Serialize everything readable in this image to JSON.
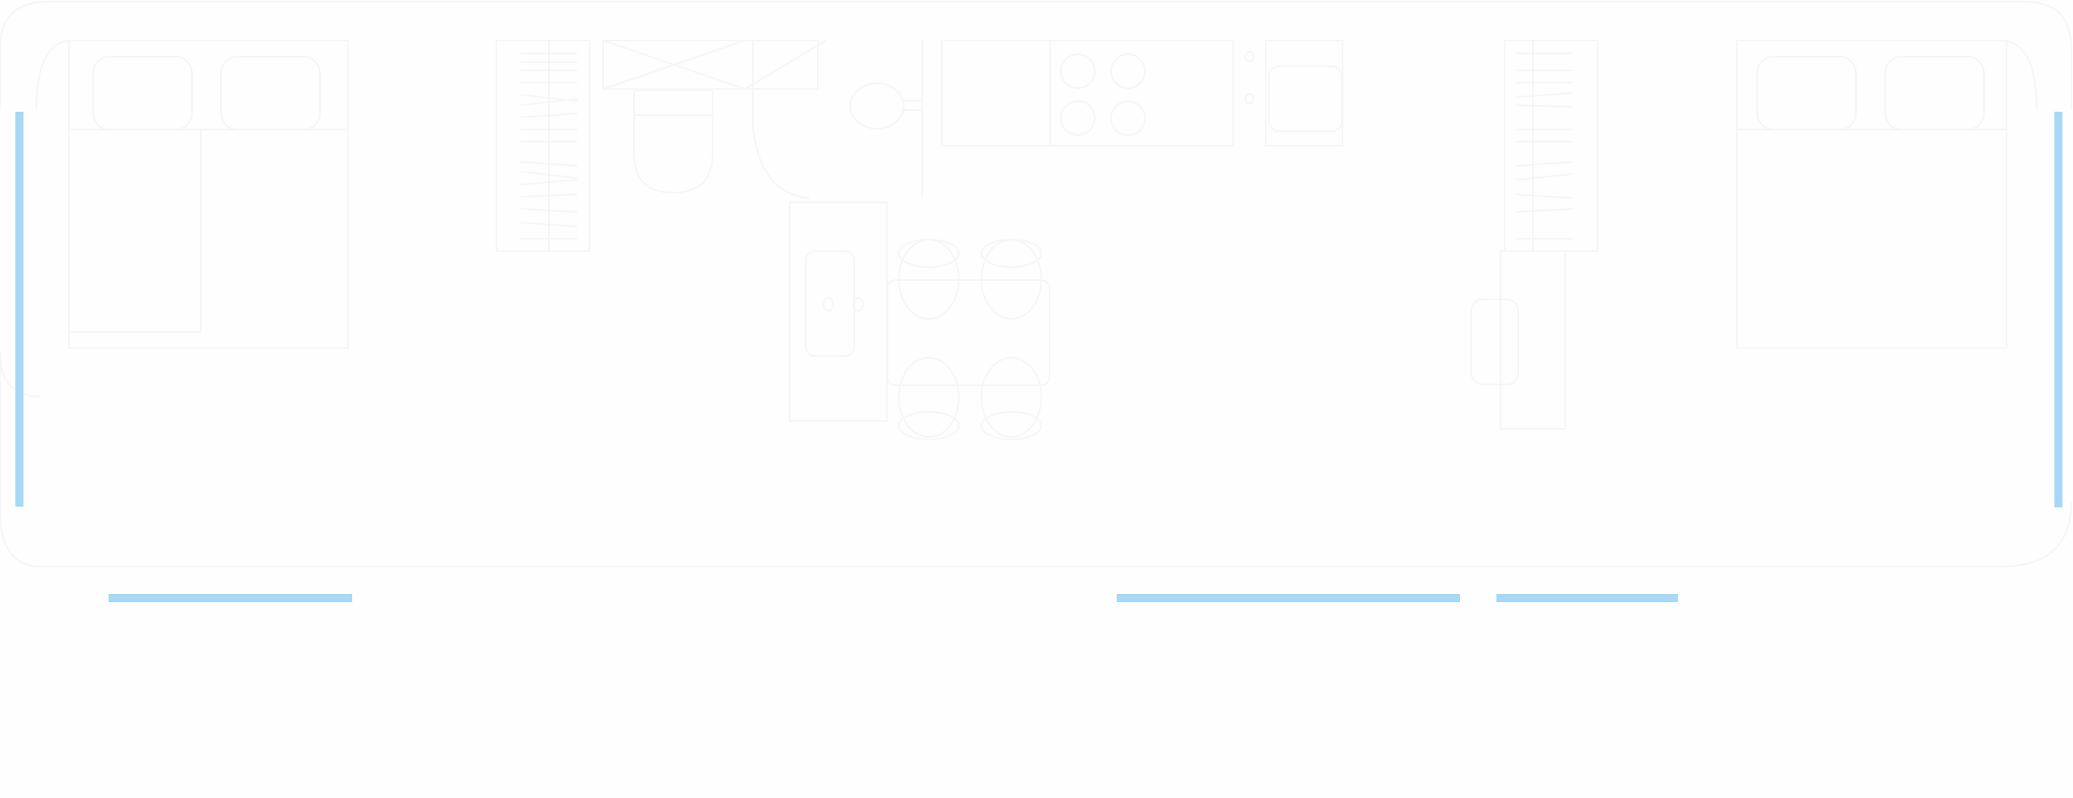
{
  "diagram": {
    "type": "floor-plan",
    "colors": {
      "background": "#fefefe",
      "outline": "#f6f6f6",
      "window": "#a5d9f5"
    },
    "rooms": [
      "bedroom",
      "closet",
      "bathroom",
      "kitchen",
      "dining",
      "closet-right",
      "bedroom-right"
    ],
    "fixtures": [
      {
        "name": "bed-left",
        "kind": "bed",
        "pillows": 2
      },
      {
        "name": "closet-left",
        "kind": "closet-with-hangers"
      },
      {
        "name": "toilet",
        "kind": "toilet"
      },
      {
        "name": "bathroom-sink",
        "kind": "sink"
      },
      {
        "name": "bathtub",
        "kind": "bathtub"
      },
      {
        "name": "kitchen-sink",
        "kind": "sink"
      },
      {
        "name": "stove",
        "kind": "stove",
        "burners": 4
      },
      {
        "name": "kitchen-sink-2",
        "kind": "sink"
      },
      {
        "name": "dining-table",
        "kind": "table",
        "chairs": 4
      },
      {
        "name": "closet-right",
        "kind": "closet-with-hangers"
      },
      {
        "name": "bed-right",
        "kind": "bed",
        "pillows": 2
      }
    ],
    "windows": [
      {
        "name": "window-west",
        "orientation": "vertical"
      },
      {
        "name": "window-east",
        "orientation": "vertical"
      },
      {
        "name": "window-south-1",
        "orientation": "horizontal"
      },
      {
        "name": "window-south-2",
        "orientation": "horizontal"
      },
      {
        "name": "window-south-3",
        "orientation": "horizontal"
      }
    ]
  }
}
